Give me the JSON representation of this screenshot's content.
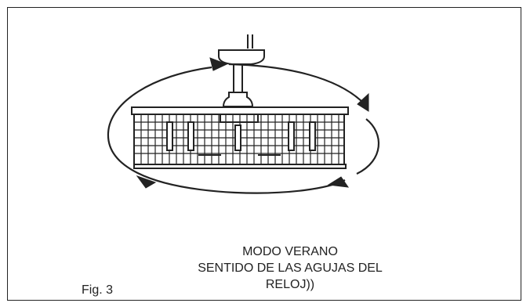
{
  "figure": {
    "label": "Fig. 3",
    "caption_line_1": "MODO VERANO",
    "caption_line_2": "SENTIDO DE LAS AGUJAS DEL",
    "caption_line_3": "RELOJ))",
    "rotation": "clockwise"
  },
  "colors": {
    "ink": "#222222",
    "paper": "#ffffff"
  }
}
